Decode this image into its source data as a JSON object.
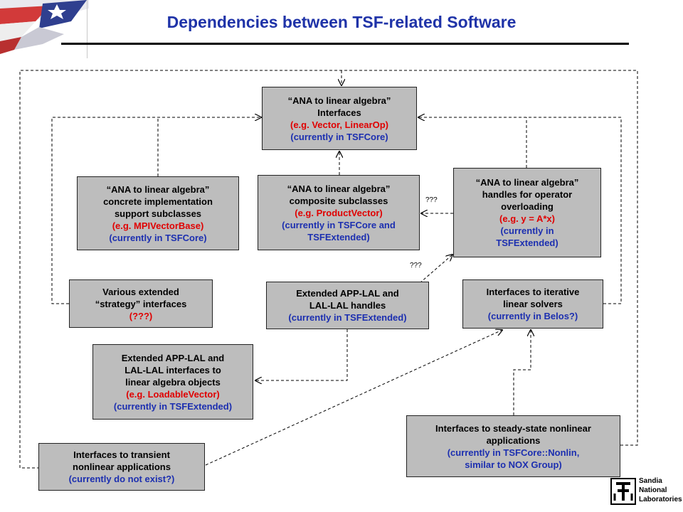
{
  "title": "Dependencies between TSF-related Software",
  "boxes": {
    "ana_interfaces": {
      "l1": "“ANA to linear algebra”",
      "l2": "Interfaces",
      "l3": "(e.g. Vector, LinearOp)",
      "l4": "(currently in TSFCore)"
    },
    "concrete": {
      "l1": "“ANA to linear algebra”",
      "l2": "concrete implementation",
      "l3": "support subclasses",
      "l4": "(e.g. MPIVectorBase)",
      "l5": "(currently in TSFCore)"
    },
    "composite": {
      "l1": "“ANA to linear algebra”",
      "l2": "composite subclasses",
      "l3": "(e.g. ProductVector)",
      "l4": "(currently in TSFCore and",
      "l5": "TSFExtended)"
    },
    "handles": {
      "l1": "“ANA to linear algebra”",
      "l2": "handles for operator",
      "l3": "overloading",
      "l4": "(e.g. y = A*x)",
      "l5": "(currently in",
      "l6": "TSFExtended)"
    },
    "strategy": {
      "l1": "Various extended",
      "l2": "“strategy” interfaces",
      "l3": "(???)"
    },
    "ext_handles": {
      "l1": "Extended APP-LAL and",
      "l2": "LAL-LAL handles",
      "l3": "(currently in TSFExtended)"
    },
    "iterative": {
      "l1": "Interfaces to iterative",
      "l2": "linear solvers",
      "l3": "(currently in Belos?)"
    },
    "ext_interfaces": {
      "l1": "Extended APP-LAL and",
      "l2": "LAL-LAL interfaces to",
      "l3": "linear algebra objects",
      "l4": "(e.g. LoadableVector)",
      "l5": "(currently in TSFExtended)"
    },
    "steady": {
      "l1": "Interfaces to steady-state nonlinear",
      "l2": "applications",
      "l3": "(currently in TSFCore::Nonlin,",
      "l4": "similar to NOX Group)"
    },
    "transient": {
      "l1": "Interfaces to transient",
      "l2": "nonlinear applications",
      "l3": "(currently do not exist?)"
    }
  },
  "annotations": {
    "q1": "???",
    "q2": "???"
  },
  "logo": {
    "l1": "Sandia",
    "l2": "National",
    "l3": "Laboratories"
  },
  "colors": {
    "title": "#1f33a8",
    "box_fill": "#bdbdbd",
    "highlight_red": "#e00000",
    "highlight_blue": "#1c2fb0"
  }
}
